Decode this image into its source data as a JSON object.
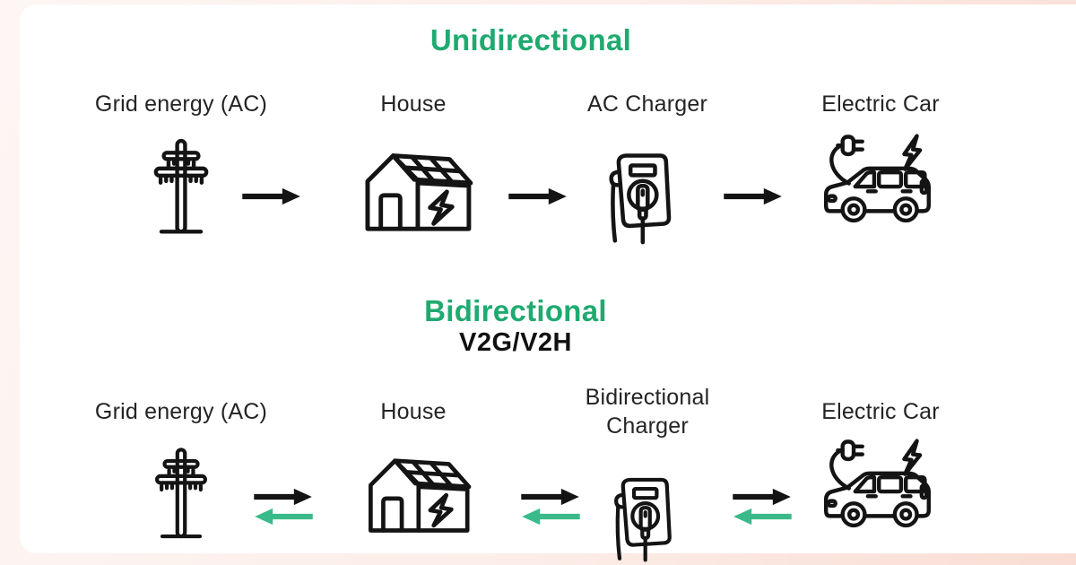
{
  "palette": {
    "frame_pink_light": "#fdf6f4",
    "frame_pink_deep": "#f9ddd4",
    "card_white": "#ffffff",
    "title_green": "#1faa70",
    "arrow_green": "#3aba8a",
    "arrow_black": "#141414",
    "text_dark": "#242424"
  },
  "sections": [
    {
      "title": "Unidirectional",
      "flow": "one-way",
      "arrow_direction": "right",
      "nodes": [
        {
          "label": "Grid energy (AC)",
          "icon": "utility-pole-icon"
        },
        {
          "label": "House",
          "icon": "solar-house-icon"
        },
        {
          "label": "AC Charger",
          "icon": "ev-charger-icon"
        },
        {
          "label": "Electric Car",
          "icon": "electric-car-icon"
        }
      ]
    },
    {
      "title": "Bidirectional",
      "subtitle": "V2G/V2H",
      "flow": "two-way",
      "arrow_direction": "both",
      "nodes": [
        {
          "label": "Grid energy (AC)",
          "icon": "utility-pole-icon"
        },
        {
          "label": "House",
          "icon": "solar-house-icon"
        },
        {
          "label": "Bidirectional Charger",
          "icon": "ev-charger-icon"
        },
        {
          "label": "Electric Car",
          "icon": "electric-car-icon"
        }
      ]
    }
  ]
}
